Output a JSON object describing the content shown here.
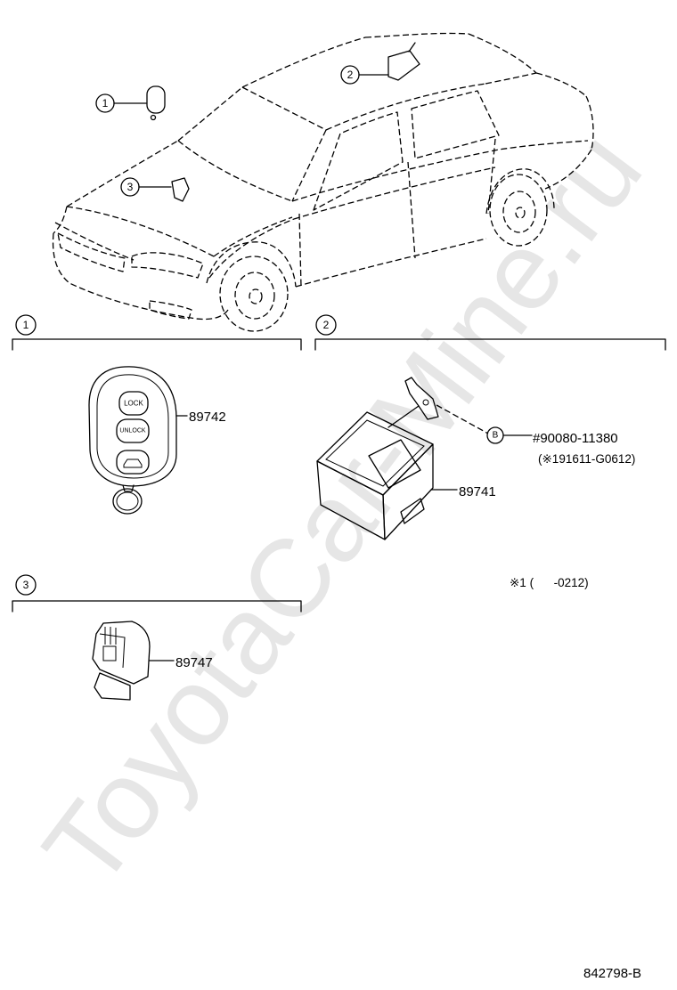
{
  "car_callouts": [
    "1",
    "2",
    "3"
  ],
  "section_1": {
    "number": "1",
    "fob_lock_label": "LOCK",
    "fob_unlock_label": "UNLOCK",
    "part_no": "89742"
  },
  "section_2": {
    "number": "2",
    "part_no": "89741",
    "fastener_marker": "B",
    "fastener_part_no": "#90080-11380",
    "fastener_note": "(※191611-G0612)",
    "footnote": "※1 (      -0212)"
  },
  "section_3": {
    "number": "3",
    "part_no": "89747"
  },
  "drawing_id": "842798-B",
  "watermark": "ToyotaCar-Mine.ru",
  "icons": {
    "fob_trunk_button": "trunk-icon"
  },
  "colors": {
    "line": "#000000",
    "watermark": "#e6e6e6",
    "background": "#ffffff"
  }
}
